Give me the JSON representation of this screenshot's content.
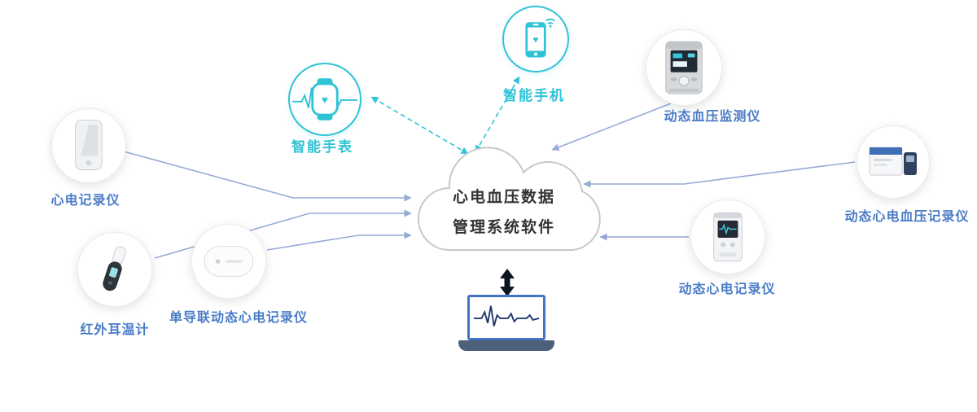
{
  "cloud": {
    "line1": "心电血压数据",
    "line2": "管理系统软件"
  },
  "nodes": {
    "smartphone": {
      "label": "智能手机"
    },
    "smartwatch": {
      "label": "智能手表"
    },
    "bp_monitor": {
      "label": "动态血压监测仪"
    },
    "ecg_bp_recorder": {
      "label": "动态心电血压记录仪"
    },
    "handheld_ecg": {
      "label": "心电记录仪"
    },
    "ear_thermometer": {
      "label": "红外耳温计"
    },
    "patch_recorder": {
      "label": "单导联动态心电记录仪"
    },
    "holter_recorder": {
      "label": "动态心电记录仪"
    }
  },
  "icons": {
    "heart": "♥"
  },
  "colors": {
    "teal_accent": "#2fc3d6",
    "blue_label": "#4a7cc7",
    "connector": "#96a9d4",
    "cloud_outline": "#c8c8c8",
    "cloud_text": "#333333",
    "laptop_frame": "#4472c4",
    "laptop_base": "#4e5f7a",
    "double_arrow": "#0d1522"
  }
}
